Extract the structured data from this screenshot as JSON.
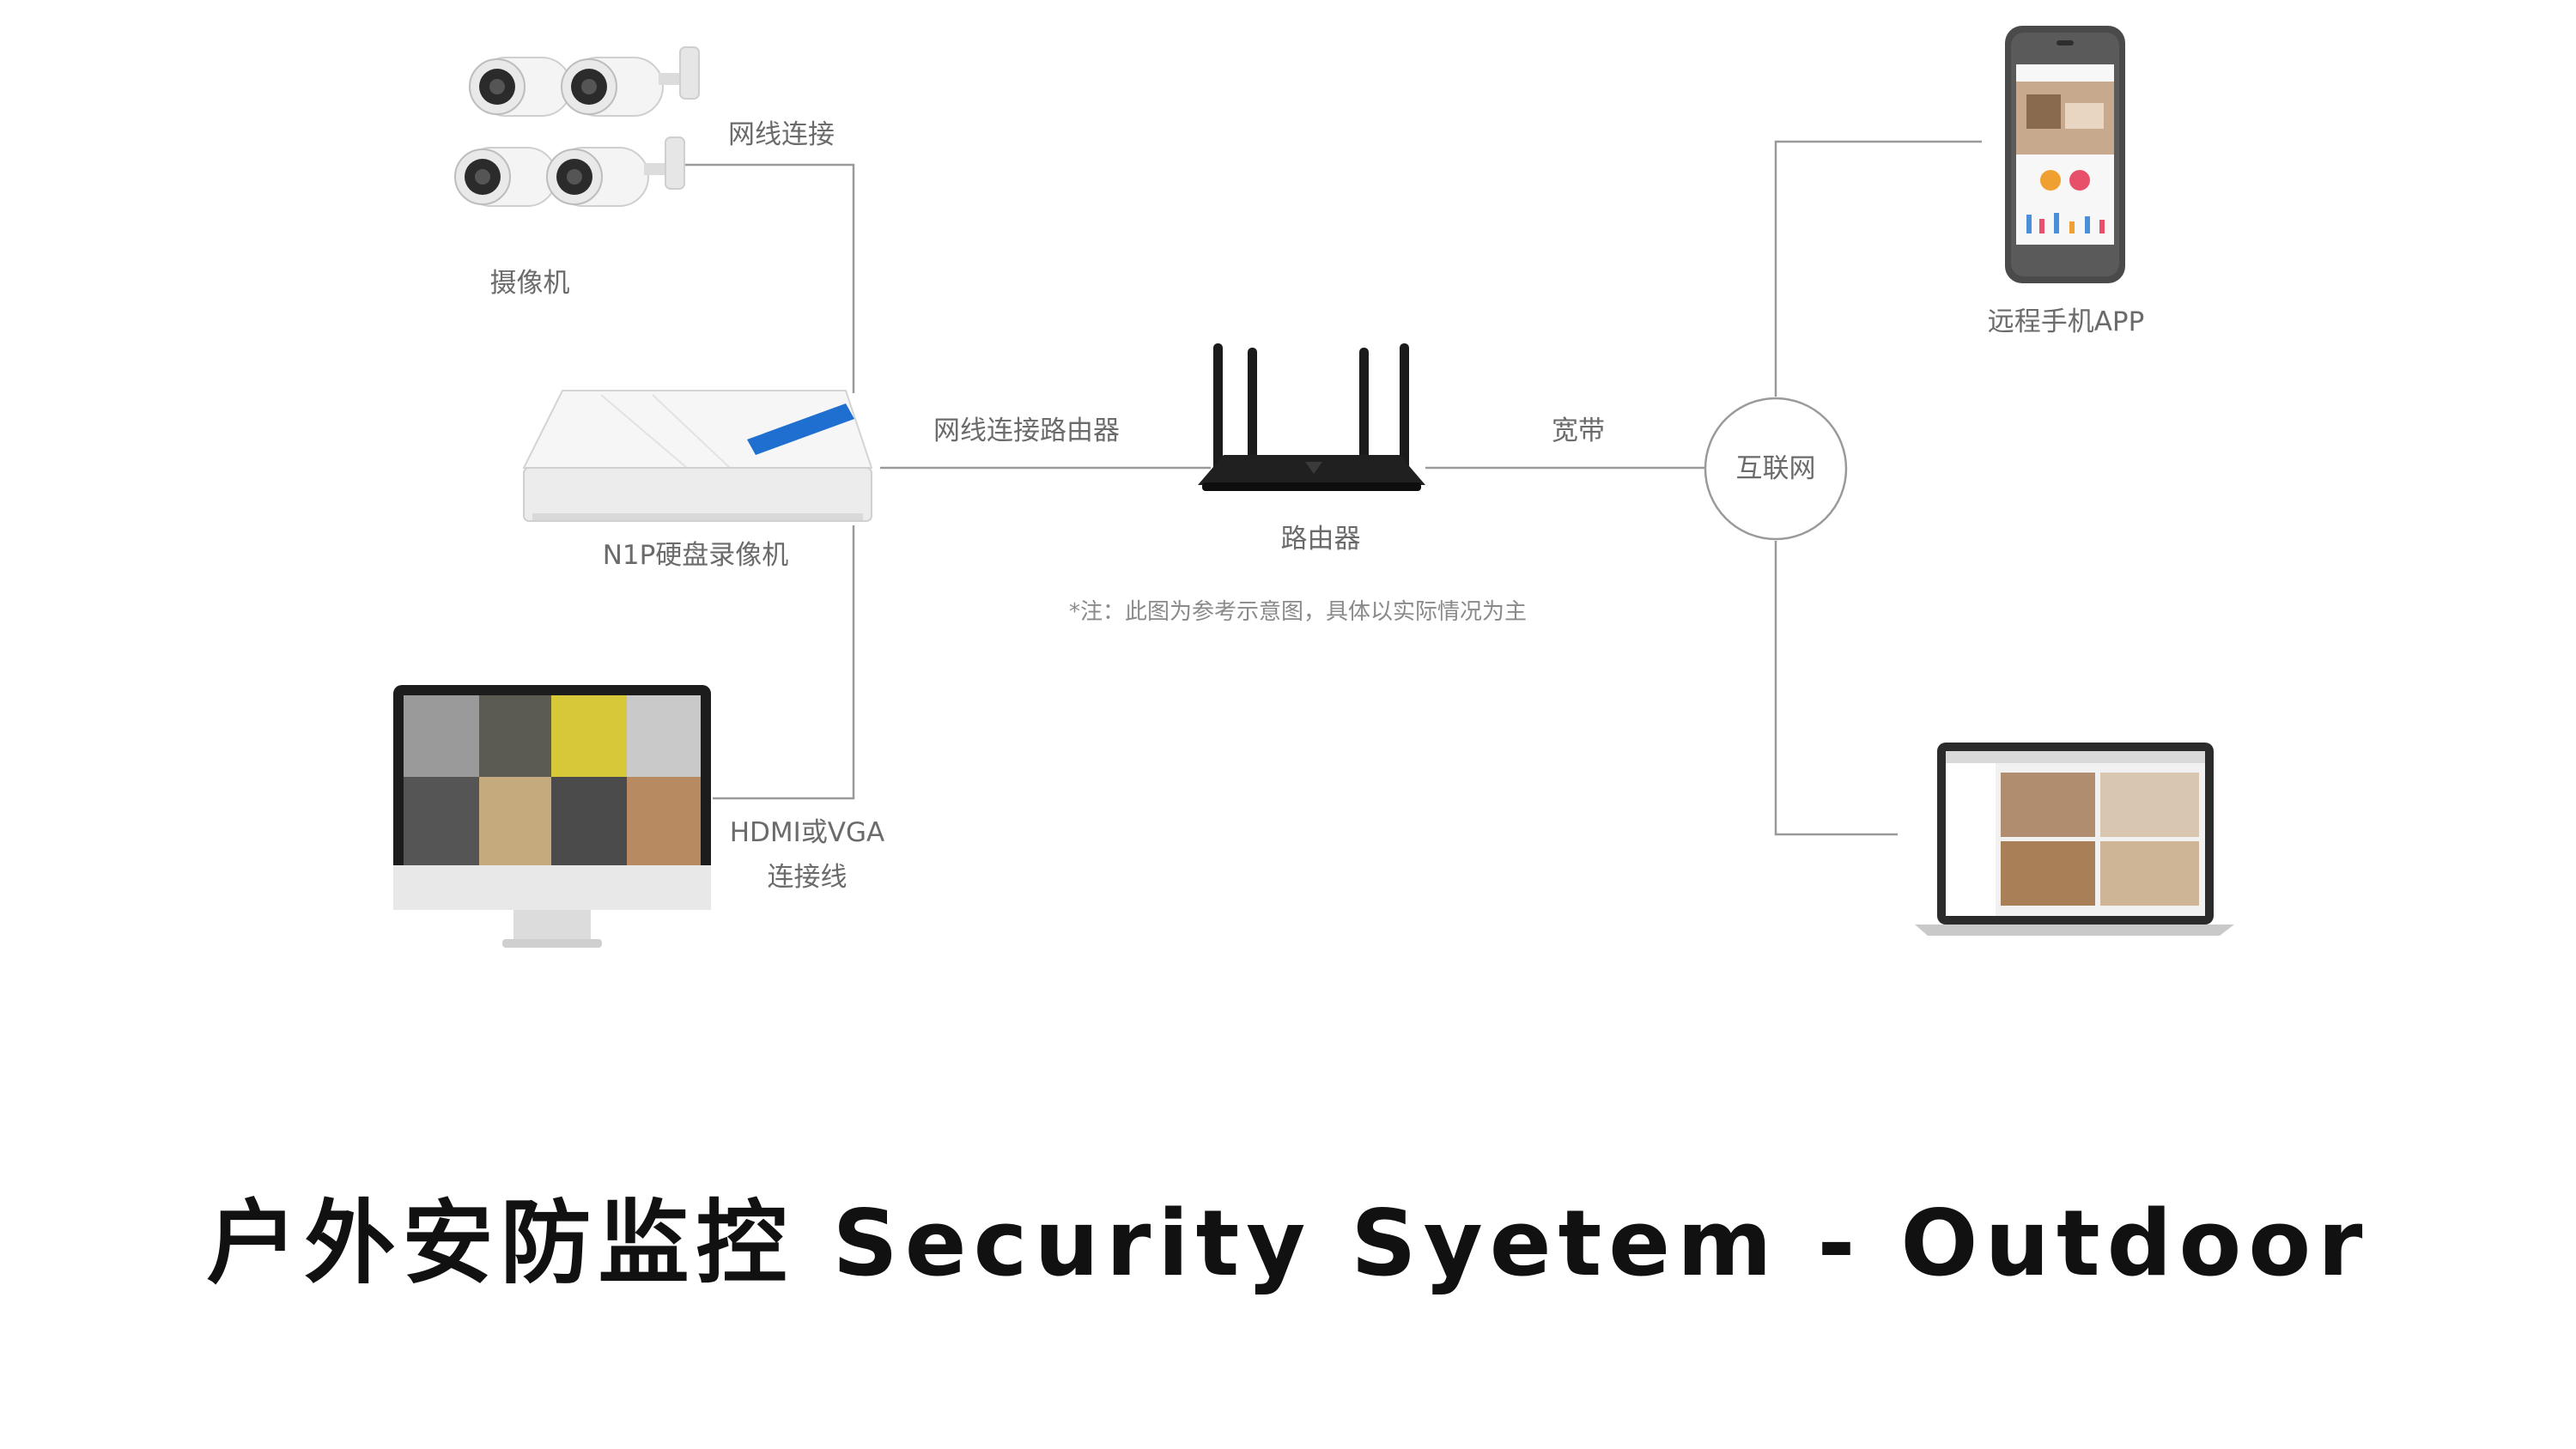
{
  "labels": {
    "cameras": "摄像机",
    "cable_connection": "网线连接",
    "nvr": "N1P硬盘录像机",
    "cable_to_router": "网线连接路由器",
    "router": "路由器",
    "broadband": "宽带",
    "internet": "互联网",
    "mobile_app": "远程手机APP",
    "hdmi_vga_line1": "HDMI或VGA",
    "hdmi_vga_line2": "连接线",
    "note": "*注：此图为参考示意图，具体以实际情况为主"
  },
  "title": "户外安防监控 Security Syetem - Outdoor",
  "icons": [
    "camera-icon",
    "nvr-icon",
    "router-icon",
    "internet-icon",
    "smartphone-icon",
    "monitor-icon",
    "laptop-icon"
  ],
  "colors": {
    "line": "#9a9a9a",
    "text": "#6b6b6b",
    "accent_blue": "#1f6fd1",
    "title": "#111111"
  }
}
